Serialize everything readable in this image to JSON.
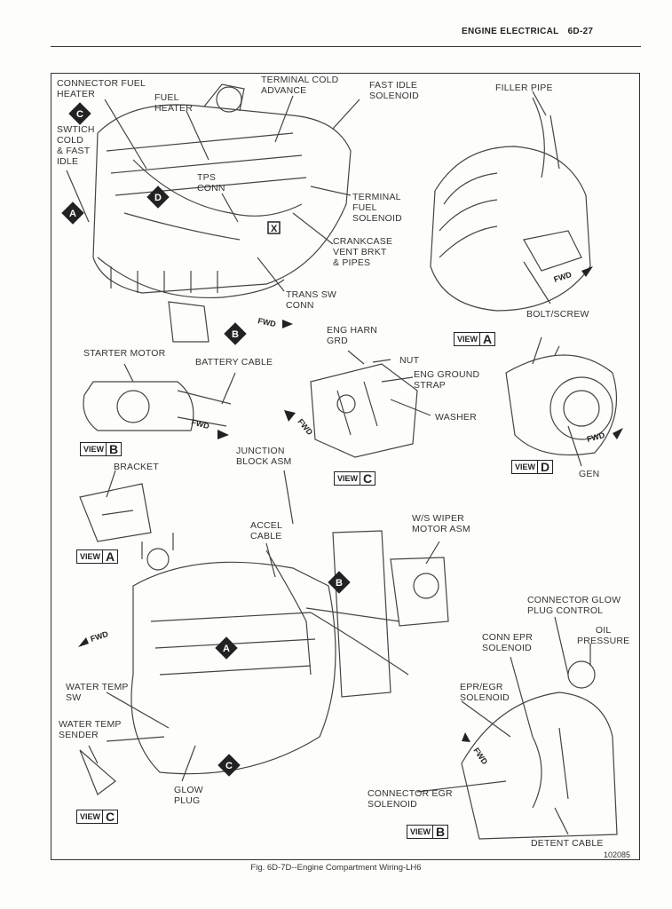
{
  "header": {
    "section": "ENGINE ELECTRICAL",
    "page": "6D-27"
  },
  "caption": "Fig. 6D-7D--Engine Compartment Wiring-LH6",
  "part_number": "102085",
  "labels": {
    "connector_fuel_heater": "CONNECTOR FUEL\nHEATER",
    "fuel_heater": "FUEL\nHEATER",
    "terminal_cold_advance": "TERMINAL COLD\nADVANCE",
    "fast_idle_solenoid": "FAST IDLE\nSOLENOID",
    "filler_pipe": "FILLER PIPE",
    "switch_cold_fast_idle": "SWTICH\nCOLD\n& FAST\nIDLE",
    "tps_conn": "TPS\nCONN",
    "terminal_fuel_solenoid": "TERMINAL\nFUEL\nSOLENOID",
    "crankcase_vent": "CRANKCASE\nVENT BRKT\n& PIPES",
    "trans_sw_conn": "TRANS SW\nCONN",
    "bolt_screw": "BOLT/SCREW",
    "starter_motor": "STARTER MOTOR",
    "battery_cable": "BATTERY CABLE",
    "eng_harn_grd": "ENG HARN\nGRD",
    "nut": "NUT",
    "eng_ground_strap": "ENG GROUND\nSTRAP",
    "washer": "WASHER",
    "junction_block": "JUNCTION\nBLOCK ASM",
    "bracket": "BRACKET",
    "gen": "GEN",
    "ws_wiper": "W/S WIPER\nMOTOR ASM",
    "accel_cable": "ACCEL\nCABLE",
    "connector_glow_plug": "CONNECTOR GLOW\nPLUG CONTROL",
    "oil_pressure": "OIL\nPRESSURE",
    "conn_epr_solenoid": "CONN EPR\nSOLENOID",
    "water_temp_sw": "WATER TEMP\nSW",
    "water_temp_sender": "WATER TEMP\nSENDER",
    "epr_egr_solenoid": "EPR/EGR\nSOLENOID",
    "glow_plug": "GLOW\nPLUG",
    "connector_egr_solenoid": "CONNECTOR EGR\nSOLENOID",
    "detent_cable": "DETENT CABLE"
  },
  "view_word": "VIEW",
  "views": {
    "a1": "A",
    "b1": "B",
    "c1": "C",
    "d1": "D",
    "a2": "A",
    "c2": "C",
    "b2": "B"
  },
  "tags": {
    "c": "C",
    "d": "D",
    "a": "A",
    "b": "B",
    "x": "X",
    "b2": "B",
    "a2": "A",
    "c2": "C"
  },
  "fwd": "FWD"
}
